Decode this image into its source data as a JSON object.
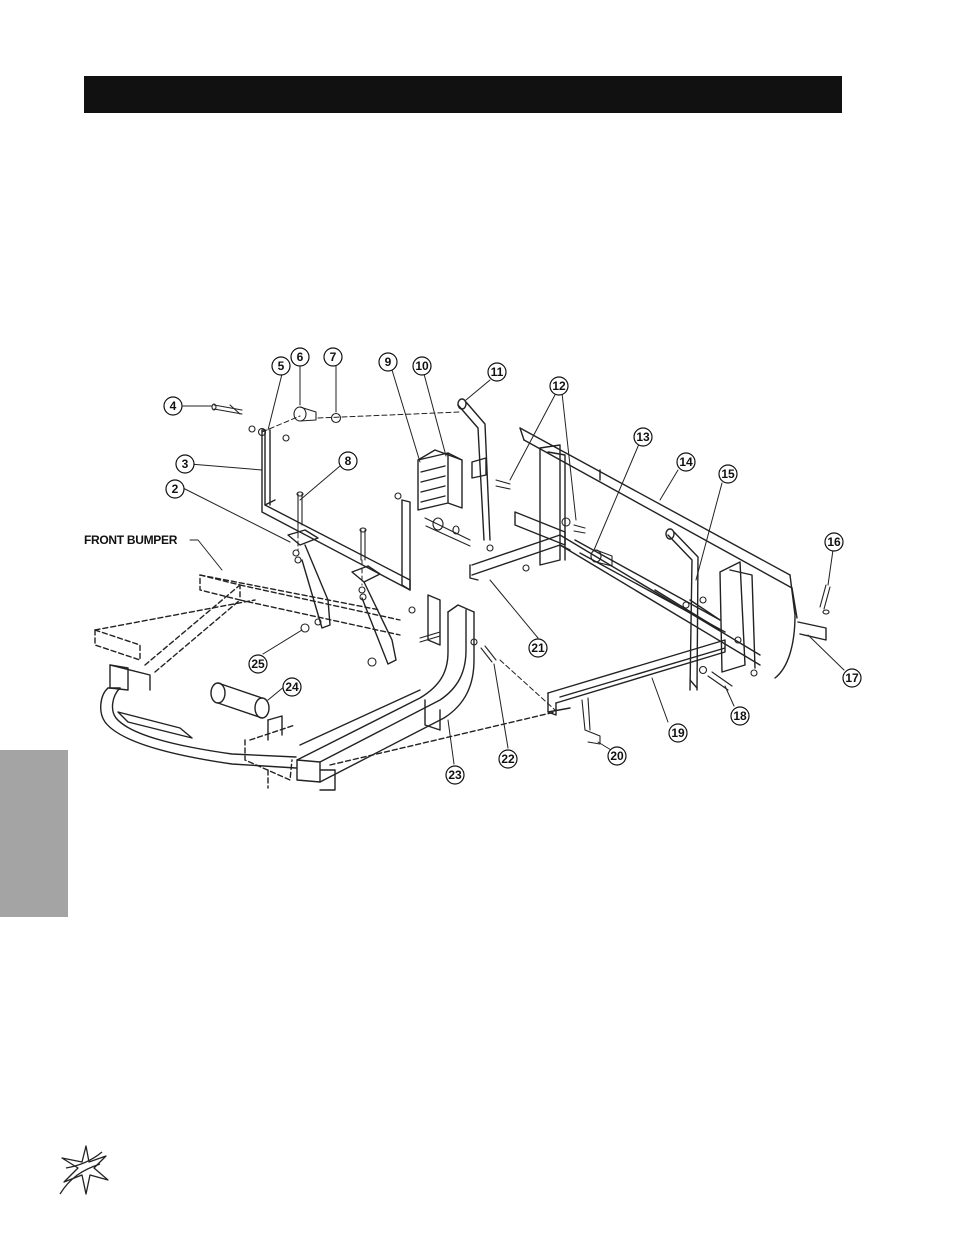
{
  "header": {
    "title": ""
  },
  "diagram": {
    "front_bumper_label": "FRONT BUMPER",
    "callouts": [
      "2",
      "3",
      "4",
      "5",
      "6",
      "7",
      "8",
      "9",
      "10",
      "11",
      "12",
      "13",
      "14",
      "15",
      "16",
      "17",
      "18",
      "19",
      "20",
      "21",
      "22",
      "23",
      "24",
      "25"
    ]
  },
  "colors": {
    "header_bar": "#111111",
    "side_tab": "#a4a4a4",
    "line": "#222222"
  },
  "icons": {
    "logo": "star-swoosh-logo-icon"
  }
}
